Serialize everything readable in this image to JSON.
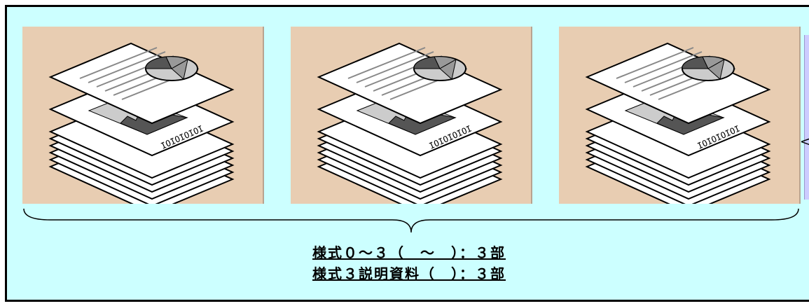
{
  "colors": {
    "frame_background": "#ccffff",
    "panel_background": "#e8cdb2",
    "side_box": "#ccccff",
    "border": "#000000"
  },
  "icons": [
    "document-stack-icon",
    "document-stack-icon",
    "document-stack-icon"
  ],
  "document_page_text": "IOIOIOIOI",
  "caption": {
    "line1": "様式０～３（　～　）：３部",
    "line2": "様式３説明資料（　）：３部"
  }
}
